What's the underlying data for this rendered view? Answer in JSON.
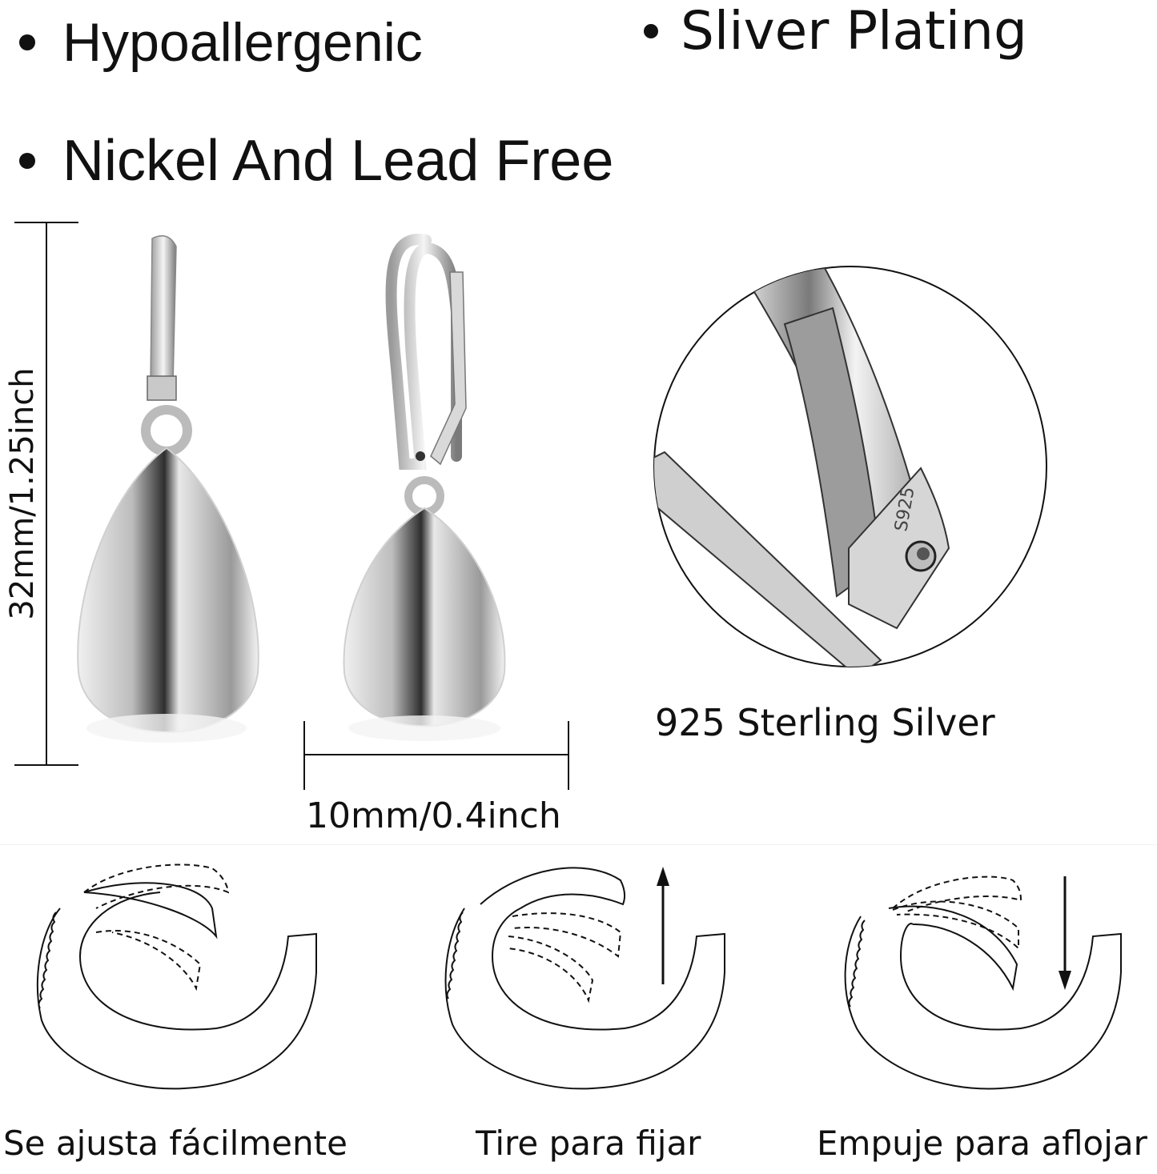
{
  "features": [
    {
      "label": "Hypoallergenic"
    },
    {
      "label": "Sliver Plating"
    },
    {
      "label": "Nickel And Lead Free"
    }
  ],
  "dimensions": {
    "height_label": "32mm/1.25inch",
    "width_label": "10mm/0.4inch"
  },
  "detail": {
    "stamp": "S925",
    "caption": "925 Sterling Silver"
  },
  "steps": [
    {
      "label": "Se ajusta fácilmente",
      "arrow": "none"
    },
    {
      "label": "Tire para fijar",
      "arrow": "up-arrow"
    },
    {
      "label": "Empuje para aflojar",
      "arrow": "down-arrow"
    }
  ],
  "colors": {
    "text": "#111111",
    "silver_light": "#f4f4f4",
    "silver_mid": "#c4c4c4",
    "silver_dark": "#3a3a3a",
    "background": "#ffffff"
  }
}
